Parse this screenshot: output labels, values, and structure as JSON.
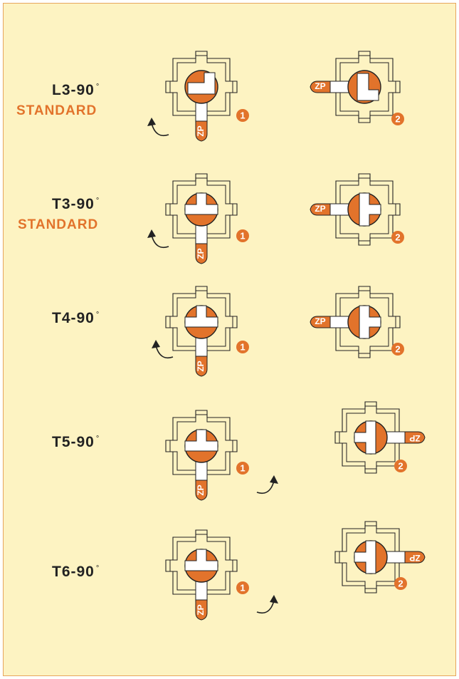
{
  "colors": {
    "background": "#fdf3c2",
    "border": "#e7a55d",
    "accent": "#e2732b",
    "outline": "#222222",
    "handle_fill": "#ffffff"
  },
  "icons": {
    "step_marker": "numbered-circle-icon",
    "rotation": "curved-arrow-icon",
    "valve_body": "valve-body-icon",
    "handle": "valve-handle-icon"
  },
  "handle_label": "ZP",
  "rows": [
    {
      "label": "L3-90",
      "degree": "°",
      "sublabel": "STANDARD",
      "port": "L",
      "step1": "1",
      "step2": "2"
    },
    {
      "label": "T3-90",
      "degree": "°",
      "sublabel": "STANDARD",
      "port": "T",
      "step1": "1",
      "step2": "2"
    },
    {
      "label": "T4-90",
      "degree": "°",
      "sublabel": "",
      "port": "T",
      "step1": "1",
      "step2": "2"
    },
    {
      "label": "T5-90",
      "degree": "°",
      "sublabel": "",
      "port": "T",
      "step1": "1",
      "step2": "2"
    },
    {
      "label": "T6-90",
      "degree": "°",
      "sublabel": "",
      "port": "T",
      "step1": "1",
      "step2": "2"
    }
  ]
}
